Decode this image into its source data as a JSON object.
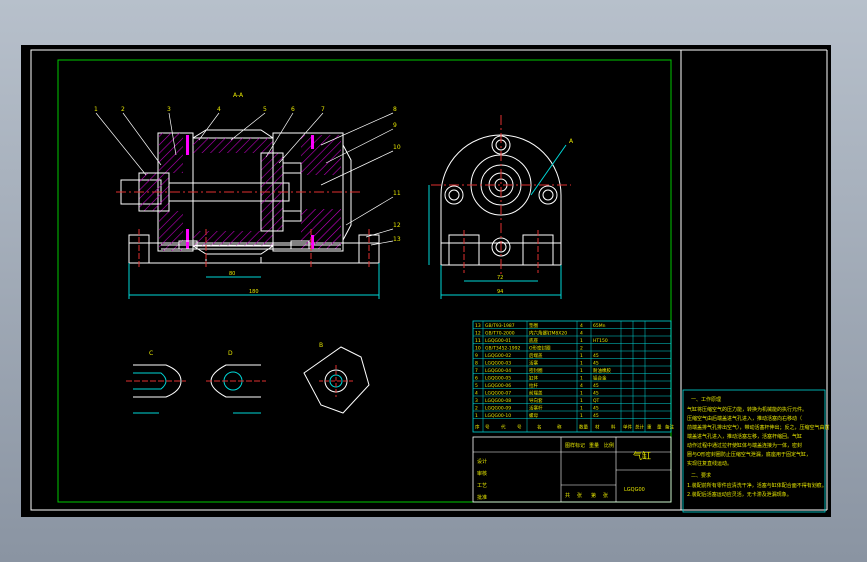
{
  "drawing": {
    "title_block": {
      "part_name": "气缸",
      "drawing_no": "LGQG00",
      "header_cells": [
        "序",
        "号",
        "代",
        "号",
        "名",
        "称",
        "数量",
        "材",
        "料",
        "单件",
        "总计",
        "重",
        "量",
        "备注"
      ],
      "sign_labels": [
        "设计",
        "审核",
        "工艺",
        "批准"
      ],
      "scale_labels": [
        "图样标记",
        "重量",
        "比例"
      ],
      "sheet_labels": [
        "共",
        "张",
        "第",
        "张"
      ]
    },
    "parts_list": [
      {
        "no": "13",
        "code": "GB/T93-1987",
        "name": "垫圈",
        "qty": "4",
        "material": "65Mn"
      },
      {
        "no": "12",
        "code": "GB/T70-2000",
        "name": "内六角螺钉M8X20",
        "qty": "4",
        "material": ""
      },
      {
        "no": "11",
        "code": "LGQG00-01",
        "name": "底座",
        "qty": "1",
        "material": "HT150"
      },
      {
        "no": "10",
        "code": "GB/T3452-1992",
        "name": "O形密封圈",
        "qty": "2",
        "material": ""
      },
      {
        "no": "9",
        "code": "LGQG00-02",
        "name": "后端盖",
        "qty": "1",
        "material": "45"
      },
      {
        "no": "8",
        "code": "LGQG00-03",
        "name": "活塞",
        "qty": "1",
        "material": "45"
      },
      {
        "no": "7",
        "code": "LGQG00-04",
        "name": "密封圈",
        "qty": "1",
        "material": "耐油橡胶"
      },
      {
        "no": "6",
        "code": "LGQG00-05",
        "name": "缸体",
        "qty": "1",
        "material": "铝合金"
      },
      {
        "no": "5",
        "code": "LGQG00-06",
        "name": "拉杆",
        "qty": "4",
        "material": "45"
      },
      {
        "no": "4",
        "code": "LGQG00-07",
        "name": "前端盖",
        "qty": "1",
        "material": "45"
      },
      {
        "no": "3",
        "code": "LGQG00-08",
        "name": "导向套",
        "qty": "1",
        "material": "QT"
      },
      {
        "no": "2",
        "code": "LGQG00-09",
        "name": "活塞杆",
        "qty": "1",
        "material": "45"
      },
      {
        "no": "1",
        "code": "LGQG00-10",
        "name": "螺母",
        "qty": "1",
        "material": "45"
      }
    ],
    "notes": {
      "section1_title": "一、工作原理",
      "section1_lines": [
        "气缸将压缩空气的压力能，转换为机械能的执行元件。",
        "压缩空气由后端盖进气孔进入，推动活塞向右移动（",
        "前端盖排气孔排出空气），带动活塞杆伸出；反之，压缩空气由前",
        "端盖进气孔进入，推动活塞左移，活塞杆缩回。气缸",
        "动作过程中通过拉杆使缸体与端盖连接为一体，密封",
        "圈与O形密封圈防止压缩空气泄漏，底座用于固定气缸，",
        "实现往复直线运动。"
      ],
      "section2_title": "二、要求",
      "section2_lines": [
        "1.装配前所有零件应清洗干净，活塞与缸体配合面不得有划痕。",
        "2.装配后活塞运动应灵活，无卡滞及泄漏现象。"
      ]
    },
    "callouts": [
      "1",
      "2",
      "3",
      "4",
      "5",
      "6",
      "7",
      "8",
      "9",
      "10",
      "11",
      "12",
      "13"
    ],
    "view_labels": [
      "A-A",
      "C",
      "D",
      "B",
      "A"
    ],
    "dimension_labels": [
      "80",
      "180",
      "94",
      "72",
      "A"
    ],
    "colors": {
      "background": "#000000",
      "outline": "#ffffff",
      "frame": "#00c800",
      "hatch": "#c000c0",
      "center": "#e03030",
      "dimension": "#00d8d8",
      "text": "#e6e600"
    }
  }
}
